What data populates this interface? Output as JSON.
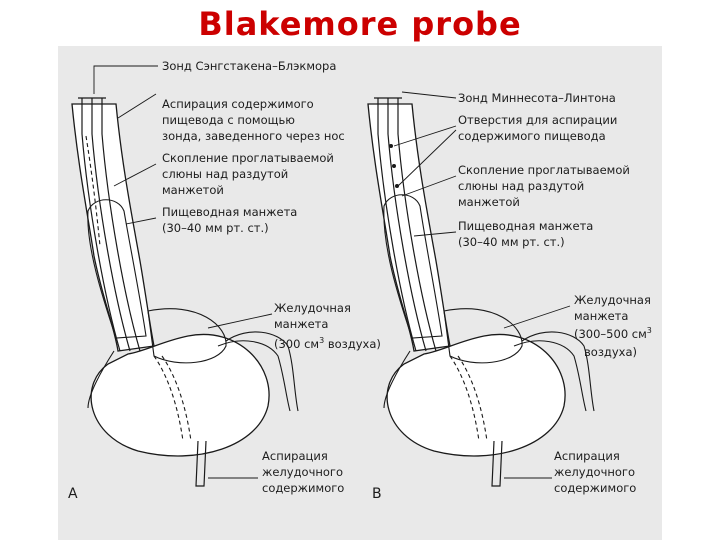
{
  "title": "Blakemore probe",
  "panel_a": {
    "letter": "A",
    "labels": {
      "probe_name": "Зонд Сэнгстакена–Блэкмора",
      "aspiration_l1": "Аспирация содержимого",
      "aspiration_l2": "пищевода с помощью",
      "aspiration_l3": "зонда, заведенного через нос",
      "saliva_l1": "Скопление проглатываемой",
      "saliva_l2": "слюны над раздутой",
      "saliva_l3": "манжетой",
      "esoph_l1": "Пищеводная манжета",
      "esoph_l2": "(30–40 мм рт. ст.)",
      "gastric_l1": "Желудочная",
      "gastric_l2": "манжета",
      "gastric_l3a": "(300 см",
      "gastric_sup": "3",
      "gastric_l3b": " воздуха)",
      "gastric_asp_l1": "Аспирация",
      "gastric_asp_l2": "желудочного",
      "gastric_asp_l3": "содержимого"
    }
  },
  "panel_b": {
    "letter": "B",
    "labels": {
      "probe_name": "Зонд Миннесота–Линтона",
      "holes_l1": "Отверстия для аспирации",
      "holes_l2": "содержимого  пищевода",
      "saliva_l1": "Скопление проглатываемой",
      "saliva_l2": "слюны над раздутой",
      "saliva_l3": "манжетой",
      "esoph_l1": "Пищеводная манжета",
      "esoph_l2": "(30–40 мм рт. ст.)",
      "gastric_l1": "Желудочная",
      "gastric_l2": "манжета",
      "gastric_l3a": "(300–500 см",
      "gastric_sup": "3",
      "gastric_l4": "воздуха)",
      "gastric_asp_l1": "Аспирация",
      "gastric_asp_l2": "желудочного",
      "gastric_asp_l3": "содержимого"
    }
  }
}
